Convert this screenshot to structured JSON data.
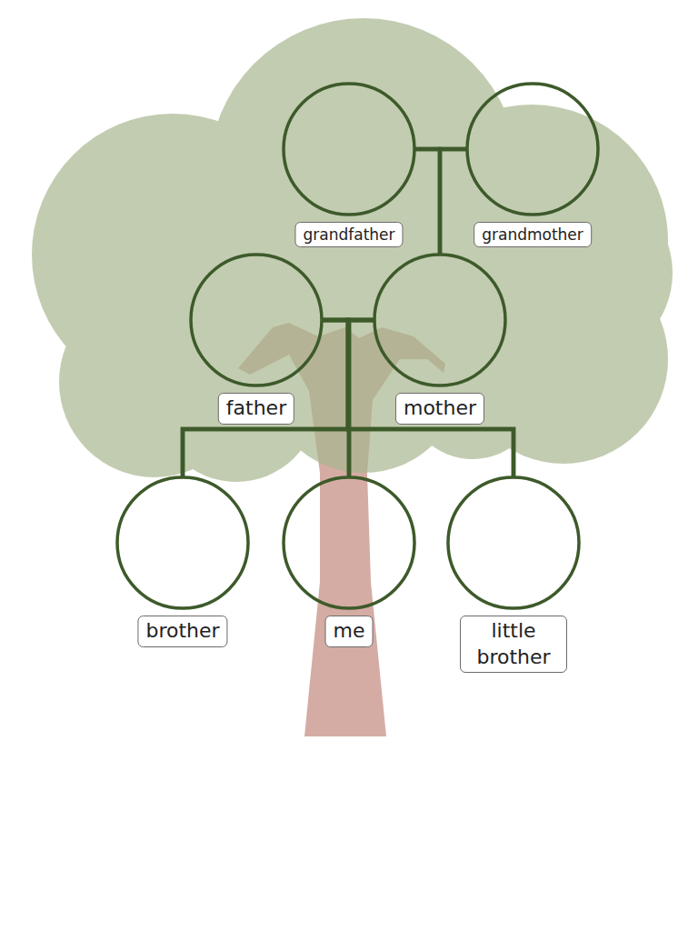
{
  "diagram": {
    "nodes": [
      {
        "text": [
          "grandfather"
        ]
      },
      {
        "text": [
          "grandmother"
        ]
      },
      {
        "text": [
          "father"
        ]
      },
      {
        "text": [
          "mother"
        ]
      },
      {
        "text": [
          "brother"
        ]
      },
      {
        "text": [
          "me"
        ]
      },
      {
        "text": [
          "little brother"
        ]
      }
    ],
    "edges": [
      {
        "from": 0,
        "to": 1,
        "arrow": "none"
      },
      {
        "from": 0,
        "to": 3,
        "arrow": "none"
      },
      {
        "from": 1,
        "to": 3,
        "arrow": "none"
      },
      {
        "from": 2,
        "to": 3,
        "arrow": "none"
      },
      {
        "from": 2,
        "to": 4,
        "arrow": "none"
      },
      {
        "from": 2,
        "to": 5,
        "arrow": "none"
      },
      {
        "from": 2,
        "to": 6,
        "arrow": "none"
      },
      {
        "from": 3,
        "to": 4,
        "arrow": "none"
      },
      {
        "from": 3,
        "to": 5,
        "arrow": "none"
      },
      {
        "from": 3,
        "to": 6,
        "arrow": "none"
      }
    ]
  }
}
